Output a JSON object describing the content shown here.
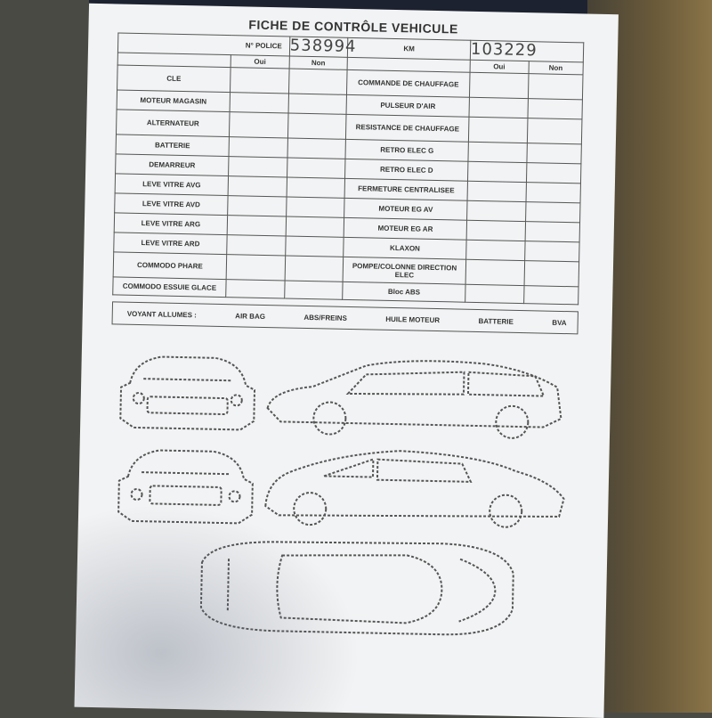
{
  "title": "FICHE DE CONTRÔLE VEHICULE",
  "header": {
    "police_label": "N° POLICE",
    "police_value": "538994",
    "km_label": "KM",
    "km_value": "103229",
    "oui": "Oui",
    "non": "Non"
  },
  "rows": [
    {
      "left": "CLE",
      "right": "COMMANDE DE CHAUFFAGE"
    },
    {
      "left": "MOTEUR MAGASIN",
      "right": "PULSEUR D'AIR"
    },
    {
      "left": "ALTERNATEUR",
      "right": "RESISTANCE DE CHAUFFAGE"
    },
    {
      "left": "BATTERIE",
      "right": "RETRO ELEC G"
    },
    {
      "left": "DEMARREUR",
      "right": "RETRO ELEC D"
    },
    {
      "left": "LEVE VITRE AVG",
      "right": "FERMETURE CENTRALISEE"
    },
    {
      "left": "LEVE VITRE AVD",
      "right": "MOTEUR EG AV"
    },
    {
      "left": "LEVE VITRE ARG",
      "right": "MOTEUR EG AR"
    },
    {
      "left": "LEVE VITRE ARD",
      "right": "KLAXON"
    },
    {
      "left": "COMMODO PHARE",
      "right": "POMPE/COLONNE DIRECTION ELEC"
    },
    {
      "left": "COMMODO ESSUIE GLACE",
      "right": "Bloc ABS"
    }
  ],
  "voyant": {
    "label": "VOYANT ALLUMES :",
    "items": [
      "AIR BAG",
      "ABS/FREINS",
      "HUILE MOTEUR",
      "BATTERIE",
      "BVA"
    ]
  }
}
